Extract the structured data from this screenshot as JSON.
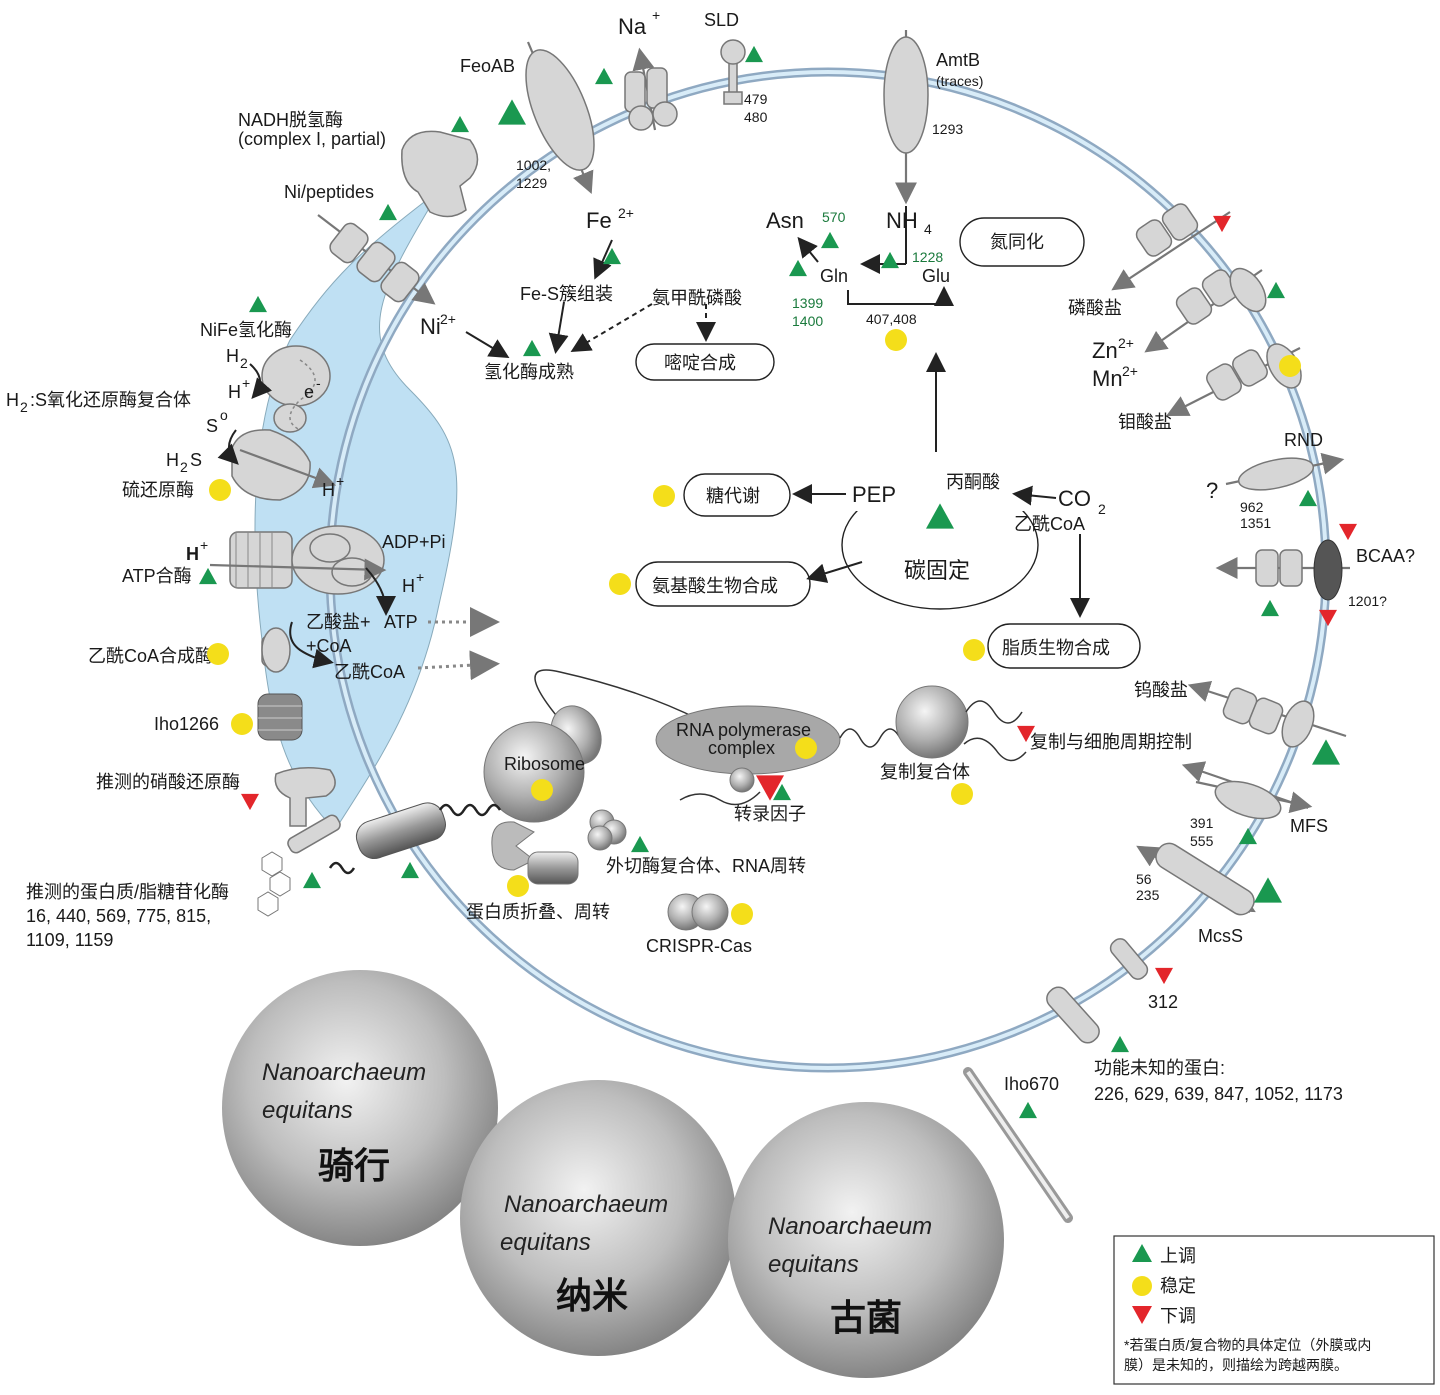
{
  "cell": {
    "labels": {
      "feoab": "FeoAB",
      "na": "Na",
      "na_sup": "+",
      "sld": "SLD",
      "sld_num1": "479",
      "sld_num2": "480",
      "amtb": "AmtB",
      "amtb_traces": "(traces)",
      "amtb_num": "1293",
      "nadh1": "NADH脱氢酶",
      "nadh2": "(complex I, partial)",
      "feo_num1": "1002,",
      "feo_num2": "1229",
      "fe": "Fe",
      "fe_sup": "2+",
      "fes": "Fe-S簇组装",
      "ni_pep": "Ni/peptides",
      "ni": "Ni",
      "ni_sup": "2+",
      "carbamoyl": "氨甲酰磷酸",
      "hydrog_mat": "氢化酶成熟",
      "pyrimidine": "嘧啶合成",
      "asn": "Asn",
      "n570": "570",
      "nh4": "NH",
      "nh4_sub": "4",
      "gln": "Gln",
      "glu": "Glu",
      "n1228": "1228",
      "n1399": "1399",
      "n1400": "1400",
      "n407": "407,408",
      "n_assim": "氮同化",
      "nife": "NiFe氢化酶",
      "h2": "H",
      "h2_sub": "2",
      "hplus": "H",
      "hplus_sup": "+",
      "eminus": "e",
      "eminus_sup": "-",
      "h2s_complex": "H",
      "h2s_complex_rest": ":S氧化还原酶复合体",
      "so": "S",
      "so_sup": "o",
      "h2s": "H",
      "h2s_sub": "2",
      "h2s_s": "S",
      "sulfur_red": "硫还原酶",
      "atp_syn": "ATP合酶",
      "adp": "ADP+Pi",
      "acetate": "乙酸盐+",
      "atp": "ATP",
      "coa": "+CoA",
      "acetylcoa_out": "乙酰CoA",
      "acs": "乙酰CoA合成酶",
      "iho1266": "Iho1266",
      "nitrate": "推测的硝酸还原酶",
      "glyco1": "推测的蛋白质/脂糖苷化酶",
      "glyco2": "16, 440, 569, 775, 815,",
      "glyco3": "1109, 1159",
      "sugar": "糖代谢",
      "pep": "PEP",
      "pyruvate": "丙酮酸",
      "co2": "CO",
      "co2_sub": "2",
      "acetylcoa": "乙酰CoA",
      "carbon_fix": "碳固定",
      "amino": "氨基酸生物合成",
      "lipid": "脂质生物合成",
      "ribosome": "Ribosome",
      "rnap1": "RNA polymerase",
      "rnap2": "complex",
      "replisome": "复制复合体",
      "rep_ctrl": "复制与细胞周期控制",
      "tf": "转录因子",
      "exo": "外切酶复合体、RNA周转",
      "fold": "蛋白质折叠、周转",
      "crispr": "CRISPR-Cas",
      "phosphate": "磷酸盐",
      "zn": "Zn",
      "zn_sup": "2+",
      "mn": "Mn",
      "mn_sup": "2+",
      "molybdate": "钼酸盐",
      "rnd": "RND",
      "q": "?",
      "n962": "962",
      "n1351": "1351",
      "bcaa": "BCAA?",
      "n1201": "1201?",
      "tungstate": "钨酸盐",
      "mfs": "MFS",
      "n391": "391",
      "n555": "555",
      "mcss": "McsS",
      "n56": "56",
      "n235": "235",
      "n312": "312",
      "unknown1": "功能未知的蛋白:",
      "unknown2": "226, 629, 639, 847, 1052, 1173",
      "iho670": "Iho670"
    }
  },
  "nano": [
    {
      "line1": "Nanoarchaeum",
      "line2": "equitans",
      "cn": "骑行"
    },
    {
      "line1": "Nanoarchaeum",
      "line2": "equitans",
      "cn": "纳米"
    },
    {
      "line1": "Nanoarchaeum",
      "line2": "equitans",
      "cn": "古菌"
    }
  ],
  "legend": {
    "up": "上调",
    "stable": "稳定",
    "down": "下调",
    "note1": "*若蛋白质/复合物的具体定位（外膜或内",
    "note2": "膜）是未知的，则描绘为跨越两膜。",
    "colors": {
      "up": "#1a9850",
      "stable": "#f4de1a",
      "down": "#e3262b"
    }
  }
}
